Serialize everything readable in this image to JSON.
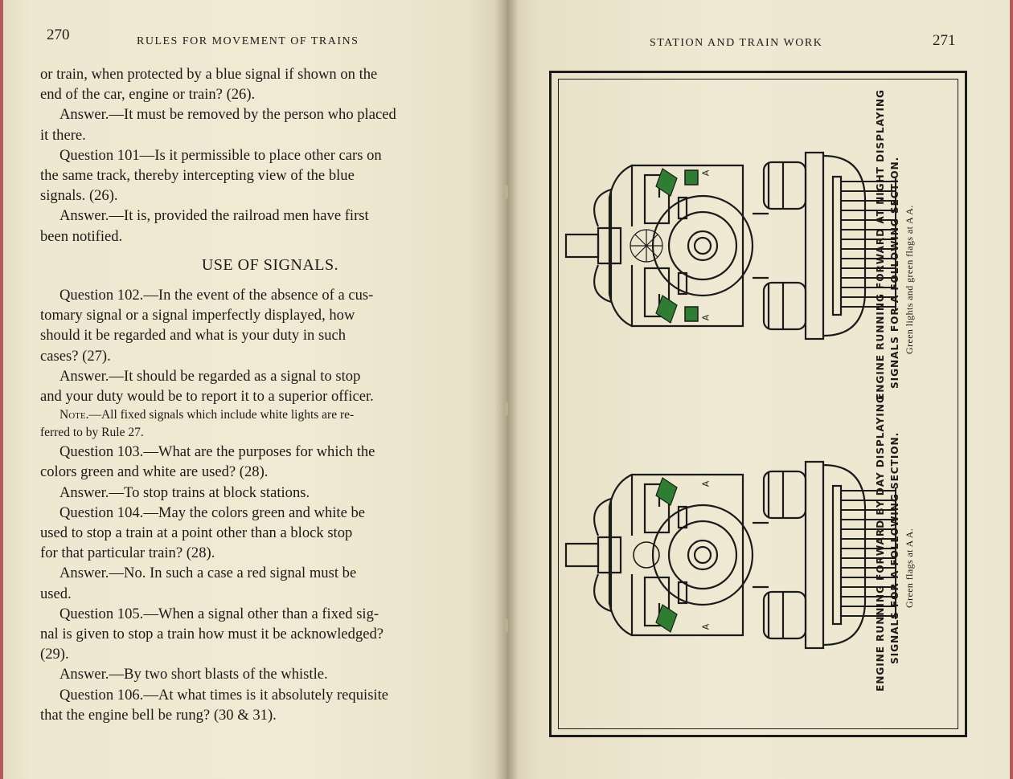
{
  "left_page": {
    "folio": "270",
    "running_head": "RULES FOR MOVEMENT OF TRAINS",
    "lines": {
      "l1": "or train, when protected by a blue signal if shown on the",
      "l2": "end of the car, engine or train? (26).",
      "l3": "Answer.—It must be removed by the person who placed",
      "l4": "it there.",
      "l5": "Question 101—Is it permissible to place other cars on",
      "l6": "the same track, thereby intercepting view of the blue",
      "l7": "signals. (26).",
      "l8": "Answer.—It is, provided the railroad men have first",
      "l9": "been notified.",
      "section_heading": "USE OF SIGNALS.",
      "l10": "Question 102.—In the event of the absence of a cus-",
      "l11": "tomary signal or a signal imperfectly displayed, how",
      "l12": "should it be regarded and what is your duty in such",
      "l13": "cases? (27).",
      "l14": "Answer.—It should be regarded as a signal to stop",
      "l15": "and your duty would be to report it to a superior officer.",
      "note_label": "Note.",
      "note_1": "—All fixed signals which include white lights are re-",
      "note_2": "ferred to by Rule 27.",
      "l16": "Question 103.—What are the purposes for which the",
      "l17": "colors green and white are used? (28).",
      "l18": "Answer.—To stop trains at block stations.",
      "l19": "Question 104.—May the colors green and white be",
      "l20": "used to stop a train at a point other than a block stop",
      "l21": "for that particular train? (28).",
      "l22": "Answer.—No. In such a case a red signal must be",
      "l23": "used.",
      "l24": "Question 105.—When a signal other than a fixed sig-",
      "l25": "nal is given to stop a train how must it be acknowledged?",
      "l26": "(29).",
      "l27": "Answer.—By two short blasts of the whistle.",
      "l28": "Question 106.—At what times is it absolutely requisite",
      "l29": "that the engine bell be rung? (30 & 31)."
    }
  },
  "right_page": {
    "folio": "271",
    "running_head": "STATION AND TRAIN WORK",
    "figure": {
      "flag_color": "#2e7d32",
      "line_color": "#1b1b1b",
      "marker_label": "A",
      "upper_engine": {
        "caption_line1": "ENGINE RUNNING FORWARD AT NIGHT DISPLAYING",
        "caption_line2": "SIGNALS FOR A FOLLOWING SECTION.",
        "caption_line3": "Green lights and green flags at A A."
      },
      "lower_engine": {
        "caption_line1": "ENGINE RUNNING FORWARD BY DAY DISPLAYING",
        "caption_line2": "SIGNALS FOR A FOLLOWING SECTION.",
        "caption_line3": "Green flags at A A."
      }
    }
  }
}
